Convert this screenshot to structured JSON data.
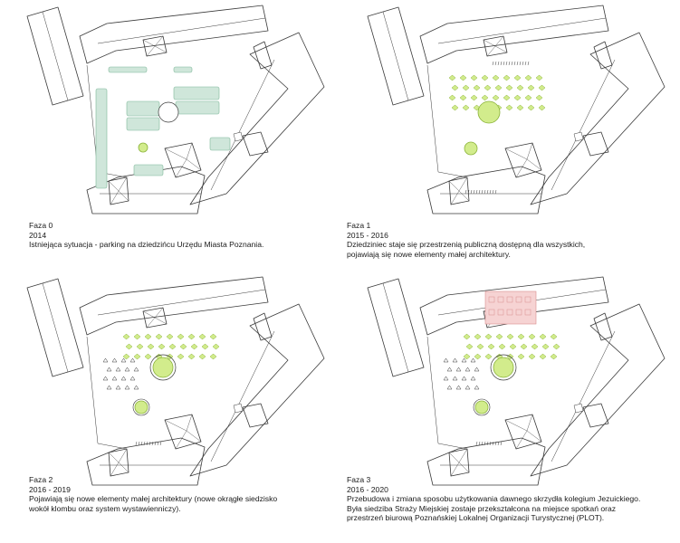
{
  "phases": [
    {
      "title": "Faza 0",
      "years": "2014",
      "lines": [
        "Istniejąca sytuacja - parking na dziedzińcu Urzędu Miasta Poznania."
      ]
    },
    {
      "title": "Faza 1",
      "years": "2015 - 2016",
      "lines": [
        "Dziedziniec staje się przestrzenią publiczną dostępną dla wszystkich,",
        "pojawiają się nowe elementy małej architektury."
      ]
    },
    {
      "title": "Faza 2",
      "years": "2016 - 2019",
      "lines": [
        "Pojawiają się nowe elementy małej architektury (nowe okrągłe siedzisko",
        "wokół klombu oraz system wystawienniczy)."
      ]
    },
    {
      "title": "Faza 3",
      "years": "2016 - 2020",
      "lines": [
        "Przebudowa i zmiana sposobu użytkowania dawnego skrzydła kolegium Jezuickiego.",
        "Była siedziba Straży Miejskiej zostaje przekształcona na miejsce spotkań oraz",
        "przestrzeń biurową Poznańskiej Lokalnej Organizacji Turystycznej (PLOT)."
      ]
    }
  ],
  "colors": {
    "line": "#3a3a3a",
    "parking": "#cfe6da",
    "parking_stroke": "#7fb89a",
    "green": "#d2ec8c",
    "green_stroke": "#8bb33a",
    "pink": "#f6d3d3",
    "pink_stroke": "#d98f8f"
  }
}
